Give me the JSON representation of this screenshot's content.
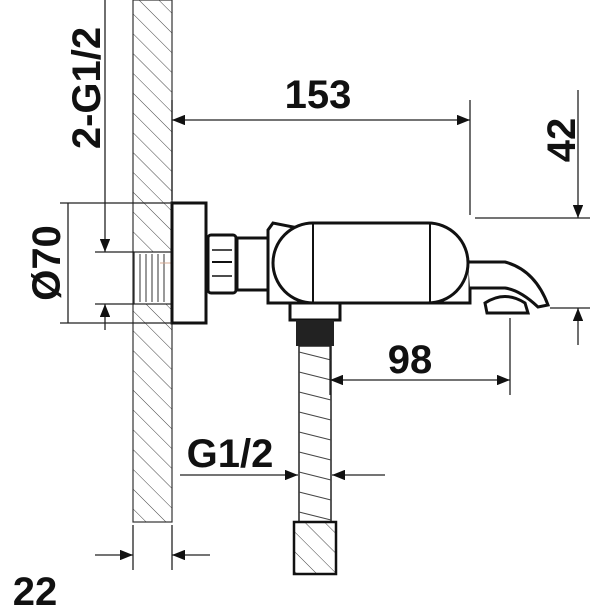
{
  "dimensions": {
    "overall_length": "153",
    "height_offset": "42",
    "spout_reach": "98",
    "flange_diameter": "Ø70",
    "inlet_thread": "2-G1/2",
    "outlet_thread": "G1/2",
    "wall_thickness": "22"
  },
  "colors": {
    "line": "#111111",
    "centerline": "#d4a890"
  }
}
